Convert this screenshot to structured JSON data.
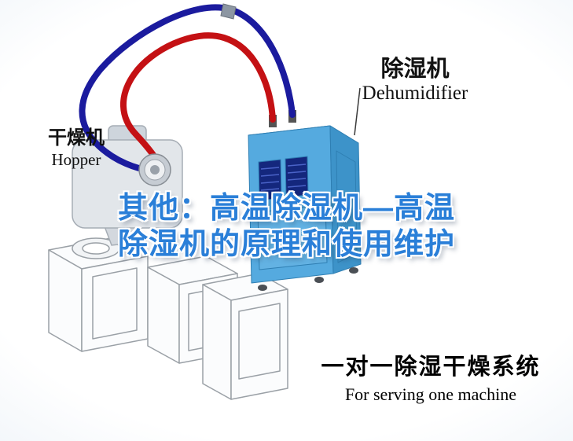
{
  "equipment_labels": {
    "dehumidifier_cn": "除湿机",
    "dehumidifier_en": "Dehumidifier",
    "hopper_cn": "干燥机",
    "hopper_en": "Hopper"
  },
  "title_overlay": {
    "line1": "其他：高温除湿机—高温",
    "line2": "除湿机的原理和使用维护"
  },
  "caption": {
    "cn": "一对一除湿干燥系统",
    "en": "For serving one machine"
  },
  "colors": {
    "pipe_red": "#c41114",
    "pipe_blue": "#1b1b9e",
    "dehumidifier_front": "#55aadf",
    "dehumidifier_side": "#3d93c9",
    "dehumidifier_top": "#8fcaec",
    "vent_dark": "#14277d",
    "title_blue": "#2a7fd8",
    "machine_gray": "#e2e6ea",
    "background_corner": "#cdddee"
  }
}
